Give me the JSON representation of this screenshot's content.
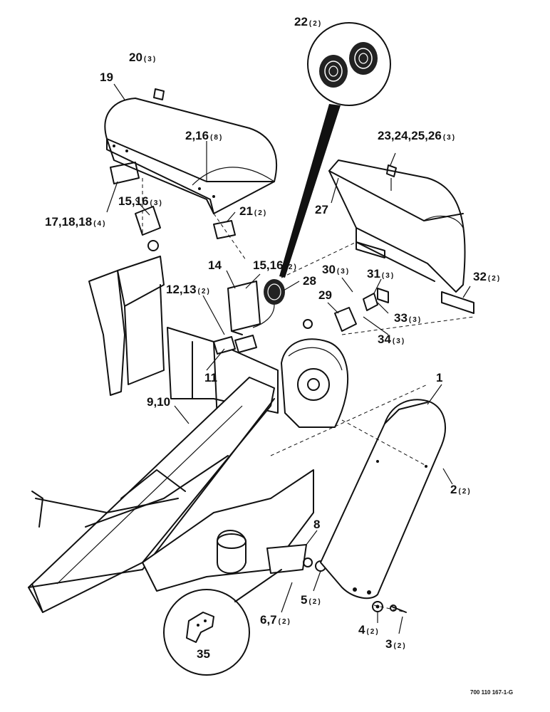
{
  "drawing_code": "700 110 167-1-G",
  "callouts": [
    {
      "id": "c22",
      "label": "22",
      "qty": "(2)"
    },
    {
      "id": "c20",
      "label": "20",
      "qty": "(3)"
    },
    {
      "id": "c19",
      "label": "19",
      "qty": ""
    },
    {
      "id": "c2_16",
      "label": "2,16",
      "qty": "(8)"
    },
    {
      "id": "c23_26",
      "label": "23,24,25,26",
      "qty": "(3)"
    },
    {
      "id": "c27",
      "label": "27",
      "qty": ""
    },
    {
      "id": "c15_16a",
      "label": "15,16",
      "qty": "(3)"
    },
    {
      "id": "c17_18",
      "label": "17,18,18",
      "qty": "(4)"
    },
    {
      "id": "c21",
      "label": "21",
      "qty": "(2)"
    },
    {
      "id": "c14",
      "label": "14",
      "qty": ""
    },
    {
      "id": "c15_16b",
      "label": "15,16",
      "qty": "(2)"
    },
    {
      "id": "c28",
      "label": "28",
      "qty": ""
    },
    {
      "id": "c30",
      "label": "30",
      "qty": "(3)"
    },
    {
      "id": "c31",
      "label": "31",
      "qty": "(3)"
    },
    {
      "id": "c32",
      "label": "32",
      "qty": "(2)"
    },
    {
      "id": "c12_13",
      "label": "12,13",
      "qty": "(2)"
    },
    {
      "id": "c29",
      "label": "29",
      "qty": ""
    },
    {
      "id": "c33",
      "label": "33",
      "qty": "(3)"
    },
    {
      "id": "c34",
      "label": "34",
      "qty": "(3)"
    },
    {
      "id": "c11",
      "label": "11",
      "qty": ""
    },
    {
      "id": "c1",
      "label": "1",
      "qty": ""
    },
    {
      "id": "c9_10",
      "label": "9,10",
      "qty": ""
    },
    {
      "id": "c2",
      "label": "2",
      "qty": "(2)"
    },
    {
      "id": "c8",
      "label": "8",
      "qty": ""
    },
    {
      "id": "c5",
      "label": "5",
      "qty": "(2)"
    },
    {
      "id": "c6_7",
      "label": "6,7",
      "qty": "(2)"
    },
    {
      "id": "c4",
      "label": "4",
      "qty": "(2)"
    },
    {
      "id": "c3",
      "label": "3",
      "qty": "(2)"
    },
    {
      "id": "c35",
      "label": "35",
      "qty": ""
    }
  ]
}
